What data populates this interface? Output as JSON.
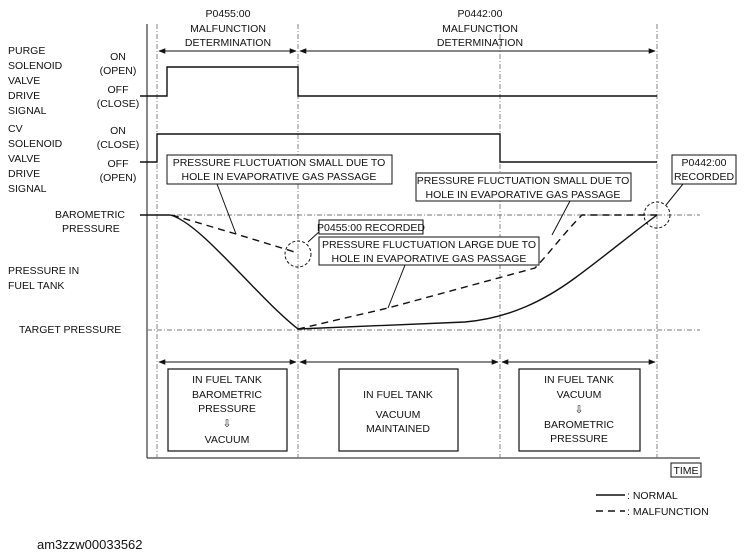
{
  "header": {
    "p0455_code": "P0455:00",
    "p0455_l1": "MALFUNCTION",
    "p0455_l2": "DETERMINATION",
    "p0442_code": "P0442:00",
    "p0442_l1": "MALFUNCTION",
    "p0442_l2": "DETERMINATION"
  },
  "labels": {
    "purge": [
      "PURGE",
      "SOLENOID",
      "VALVE",
      "DRIVE",
      "SIGNAL"
    ],
    "purge_on": [
      "ON",
      "(OPEN)"
    ],
    "purge_off": [
      "OFF",
      "(CLOSE)"
    ],
    "cv": [
      "CV",
      "SOLENOID",
      "VALVE",
      "DRIVE",
      "SIGNAL"
    ],
    "cv_on": [
      "ON",
      "(CLOSE)"
    ],
    "cv_off": [
      "OFF",
      "(OPEN)"
    ],
    "barometric": [
      "BAROMETRIC",
      "PRESSURE"
    ],
    "pressure_tank": [
      "PRESSURE IN",
      "FUEL TANK"
    ],
    "target": "TARGET PRESSURE"
  },
  "callouts": {
    "small1": [
      "PRESSURE FLUCTUATION SMALL DUE TO",
      "HOLE IN EVAPORATIVE GAS PASSAGE"
    ],
    "p0455_recorded": "P0455:00 RECORDED",
    "large": [
      "PRESSURE FLUCTUATION LARGE DUE TO",
      "HOLE IN EVAPORATIVE GAS PASSAGE"
    ],
    "small2": [
      "PRESSURE FLUCTUATION SMALL DUE TO",
      "HOLE IN EVAPORATIVE GAS PASSAGE"
    ],
    "p0442_recorded": [
      "P0442:00",
      "RECORDED"
    ]
  },
  "phases": [
    [
      "IN FUEL TANK",
      "BAROMETRIC",
      "PRESSURE",
      "⇩",
      "VACUUM"
    ],
    [
      "IN FUEL TANK",
      "VACUUM",
      "MAINTAINED"
    ],
    [
      "IN FUEL TANK",
      "VACUUM",
      "⇩",
      "BAROMETRIC",
      "PRESSURE"
    ]
  ],
  "time_label": "TIME",
  "legend": {
    "normal": ": NORMAL",
    "malfunction": ": MALFUNCTION"
  },
  "figure_id": "am3zzw00033562"
}
